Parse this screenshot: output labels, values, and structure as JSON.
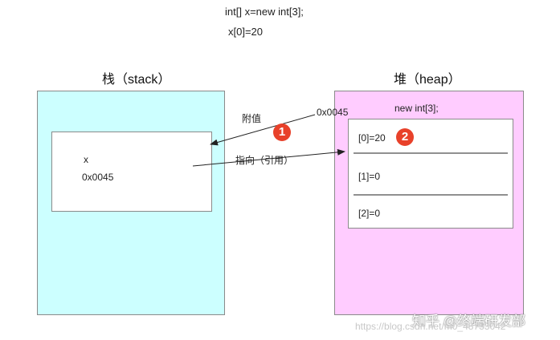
{
  "code": {
    "line1": "int[]  x=new int[3];",
    "line2": "x[0]=20"
  },
  "stack": {
    "title": "栈（stack）",
    "var_name": "x",
    "var_value": "0x0045"
  },
  "heap": {
    "title": "堆（heap）",
    "new_label": "new int[3];",
    "cells": [
      "[0]=20",
      "[1]=0",
      "[2]=0"
    ]
  },
  "arrows": {
    "assign_label": "附值",
    "address_label": "0x0045",
    "refer_label": "指向（引用）"
  },
  "badges": [
    "1",
    "2"
  ],
  "watermark": {
    "text": "知乎 @终端研发部",
    "url": "https://blog.csdn.net/m0_48733042"
  },
  "colors": {
    "stack_fill": "#ccffff",
    "heap_fill": "#ffccff",
    "badge": "#e8412a"
  }
}
